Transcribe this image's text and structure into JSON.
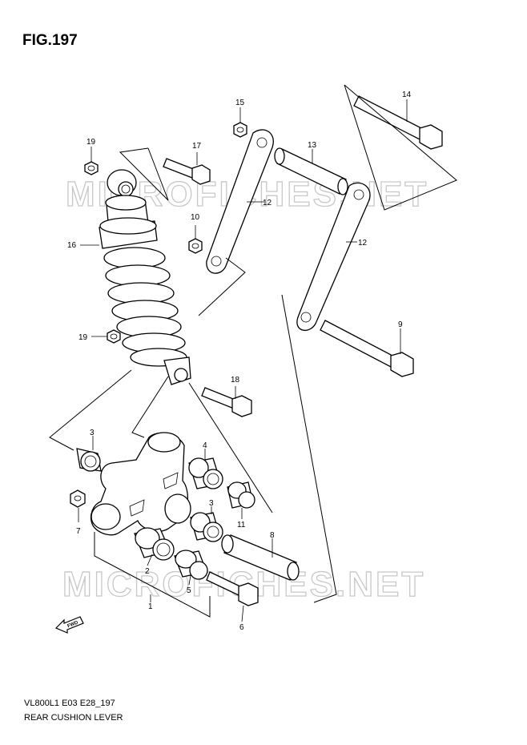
{
  "figure": {
    "title": "FIG.197",
    "model_code": "VL800L1 E03 E28_197",
    "name": "REAR CUSHION LEVER"
  },
  "watermark": "MICROFICHES.NET",
  "fwd_label": "FWD",
  "callouts": [
    "1",
    "2",
    "3",
    "3",
    "4",
    "5",
    "6",
    "7",
    "8",
    "9",
    "10",
    "11",
    "12",
    "12",
    "13",
    "14",
    "15",
    "16",
    "17",
    "18",
    "19",
    "19"
  ]
}
